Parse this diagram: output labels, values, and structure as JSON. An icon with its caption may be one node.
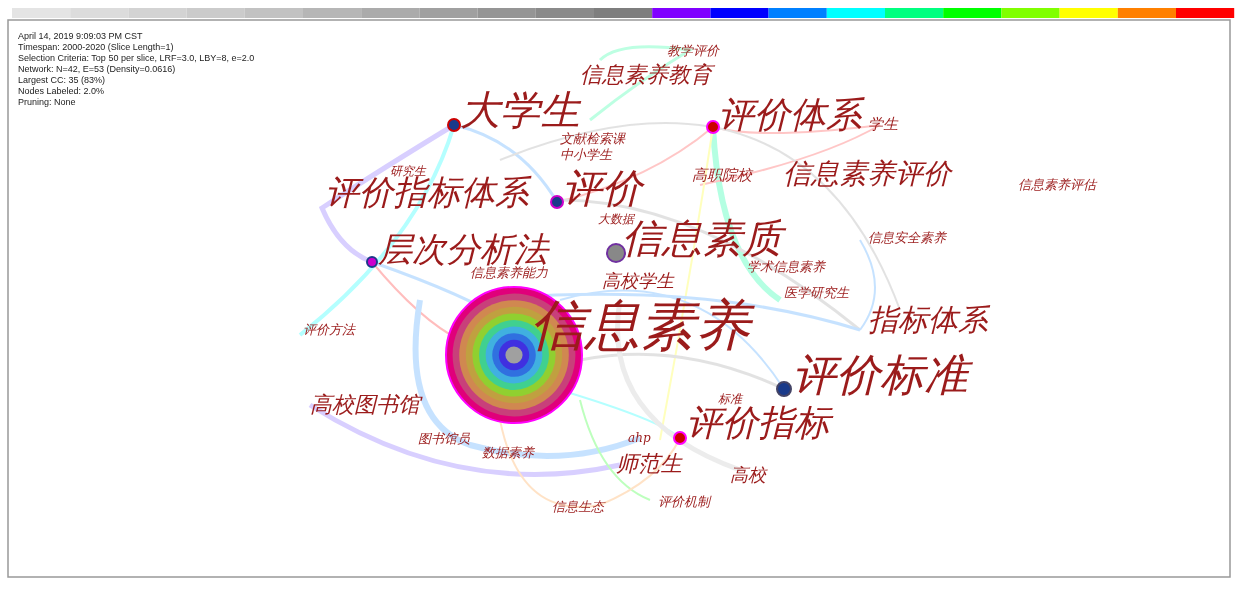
{
  "diagram": {
    "labels": [
      "April 14, 2019 9:09:03 PM CST",
      "Timespan: 2000-2020 (Slice Length=1)",
      "Selection Criteria: Top 50 per slice, LRF=3.0, LBY=8, e=2.0",
      "Network: N=42, E=53 (Density=0.0616)",
      "Largest CC: 35 (83%)",
      "Nodes Labeled: 2.0%",
      "Pruning: None",
      "教学评价",
      "信息素养教育",
      "大学生",
      "评价体系",
      "学生",
      "文献检索课",
      "中小学生",
      "研究生",
      "评价指标体系",
      "评价",
      "高职院校",
      "信息素养评价",
      "信息素养评估",
      "大数据",
      "层次分析法",
      "信息素质",
      "信息安全素养",
      "信息素养能力",
      "学术信息素养",
      "高校学生",
      "医学研究生",
      "指标体系",
      "评价方法",
      "信息素养",
      "评价标准",
      "高校图书馆",
      "标准",
      "评价指标",
      "图书馆员",
      "ahp",
      "数据素养",
      "师范生",
      "高校",
      "信息生态",
      "评价机制"
    ]
  }
}
